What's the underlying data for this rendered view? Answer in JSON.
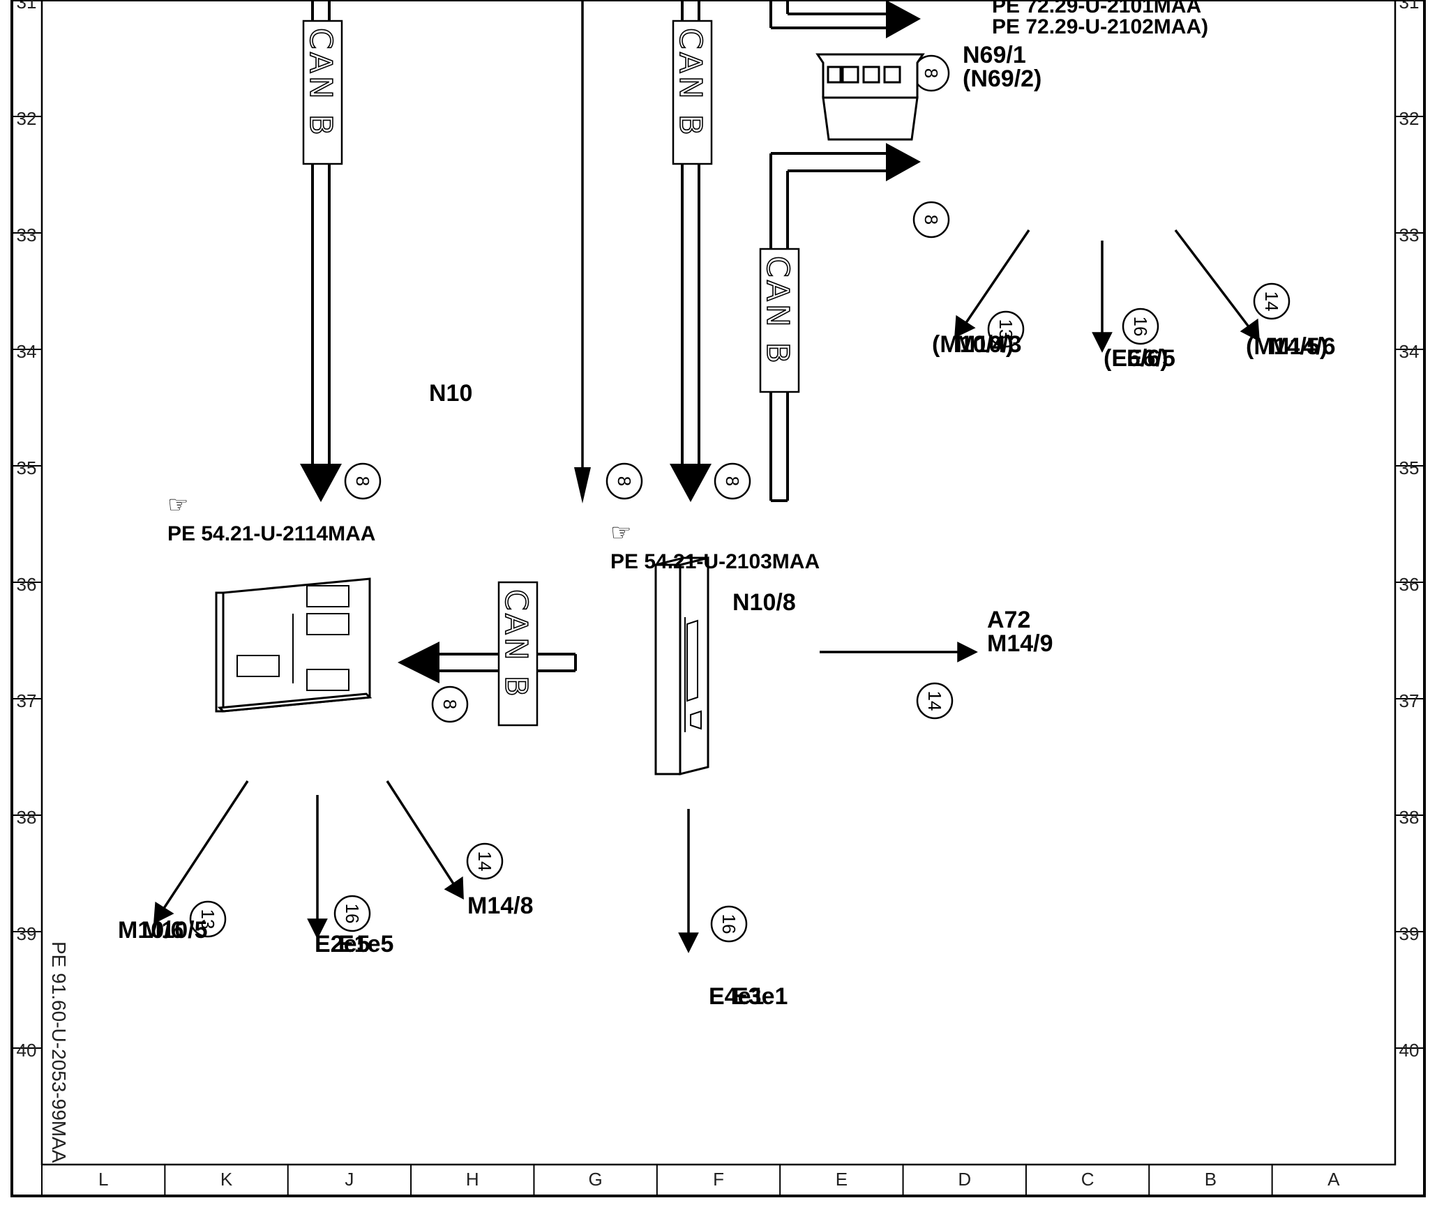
{
  "diagram": {
    "row_numbers": [
      "31",
      "32",
      "33",
      "34",
      "35",
      "36",
      "37",
      "38",
      "39",
      "40"
    ],
    "column_letters": [
      "L",
      "K",
      "J",
      "H",
      "G",
      "F",
      "E",
      "D",
      "C",
      "B",
      "A"
    ],
    "can_label": "CAN B",
    "drawing_ref": "PE 91.60-U-2053-99MAA",
    "components": {
      "n69": {
        "line1": "N69/1",
        "line2": "(N69/2)"
      },
      "n10": {
        "line1": "N10"
      },
      "n10_8": {
        "line1": "N10/8"
      }
    },
    "refs": {
      "pe_2101": "PE 72.29-U-2101MAA",
      "pe_2102": "PE 72.29-U-2102MAA)",
      "pe_2103": "PE 54.21-U-2103MAA",
      "pe_2114": "PE 54.21-U-2114MAA"
    },
    "outputs": {
      "m10_3": [
        "M10/3",
        "(M10/4)"
      ],
      "e6_5": [
        "E6/5",
        "(E6/6)"
      ],
      "m14_6": [
        "M14/6",
        "(M14/5)"
      ],
      "a72": [
        "A72",
        "M14/9"
      ],
      "m10_5": [
        "M10/5",
        "M10/6"
      ],
      "e1e5": [
        "E1e5",
        "E2e5"
      ],
      "m14_8": [
        "M14/8"
      ],
      "e3e1": [
        "E3e1",
        "E4e1"
      ]
    },
    "tags": {
      "t8": "8",
      "t13": "13",
      "t14": "14",
      "t16": "16"
    }
  }
}
